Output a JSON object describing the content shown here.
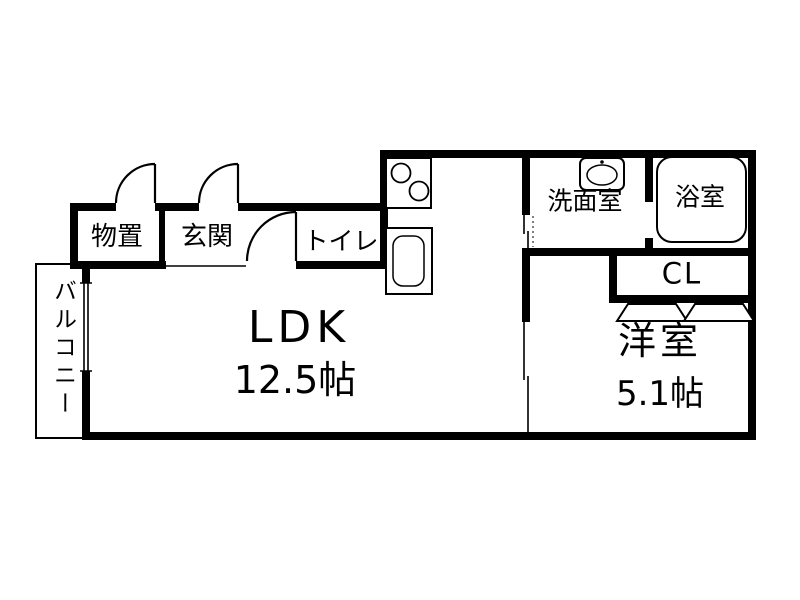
{
  "floorplan": {
    "rooms": {
      "storage": {
        "label": "物置"
      },
      "entrance": {
        "label": "玄関"
      },
      "toilet": {
        "label": "トイレ"
      },
      "washroom": {
        "label": "洗面室"
      },
      "bathroom": {
        "label": "浴室"
      },
      "closet": {
        "label": "CL"
      },
      "ldk": {
        "label": "LDK",
        "size": "12.5帖"
      },
      "western_room": {
        "label": "洋室",
        "size": "5.1帖"
      },
      "balcony": {
        "label": "バルコニー"
      }
    },
    "colors": {
      "wall": "#000000",
      "background": "#ffffff"
    }
  }
}
